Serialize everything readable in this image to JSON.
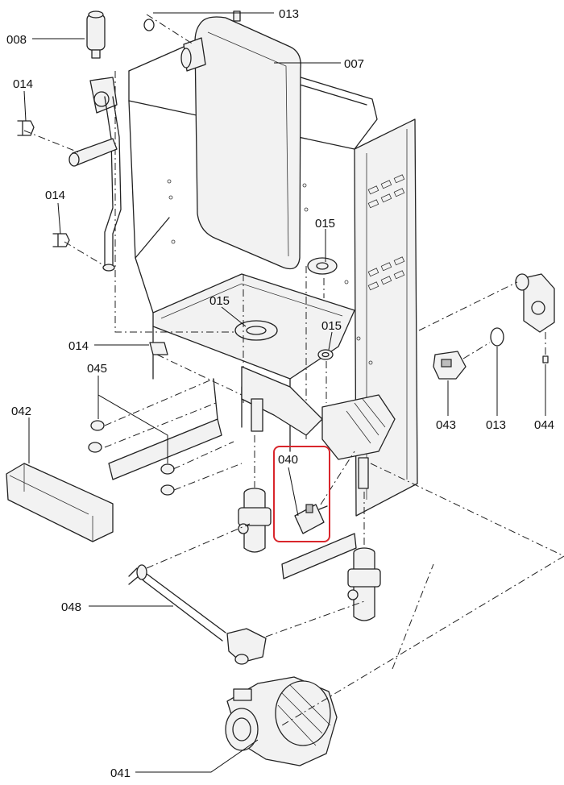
{
  "labels": {
    "p008": "008",
    "p013a": "013",
    "p007": "007",
    "p014a": "014",
    "p014b": "014",
    "p015a": "015",
    "p015b": "015",
    "p015c": "015",
    "p014c": "014",
    "p045": "045",
    "p042": "042",
    "p040": "040",
    "p043": "043",
    "p013b": "013",
    "p044": "044",
    "p048": "048",
    "p041": "041"
  },
  "colors": {
    "highlight": "#d9262c",
    "line": "#222222",
    "background": "#ffffff"
  }
}
